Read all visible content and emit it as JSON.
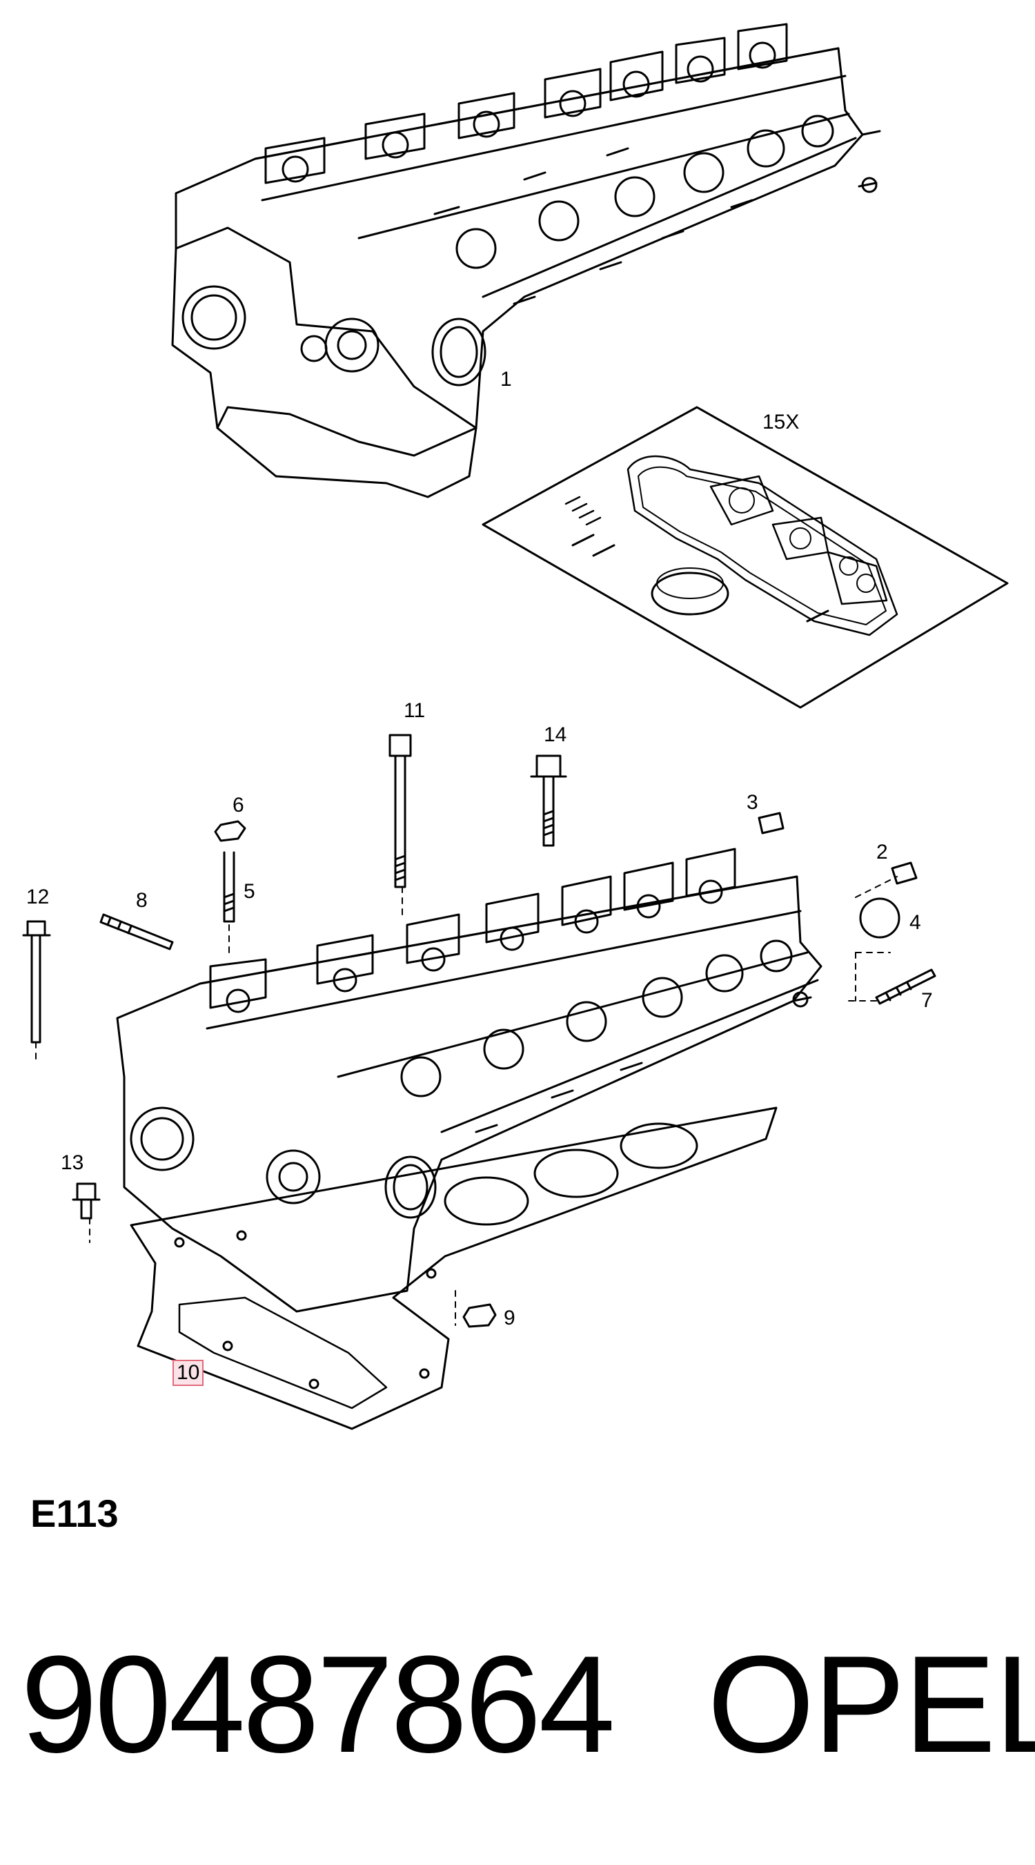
{
  "diagram": {
    "callouts": [
      {
        "id": "1",
        "label": "1"
      },
      {
        "id": "15x",
        "label": "15X"
      },
      {
        "id": "11",
        "label": "11"
      },
      {
        "id": "14",
        "label": "14"
      },
      {
        "id": "6",
        "label": "6"
      },
      {
        "id": "3",
        "label": "3"
      },
      {
        "id": "2",
        "label": "2"
      },
      {
        "id": "5",
        "label": "5"
      },
      {
        "id": "12",
        "label": "12"
      },
      {
        "id": "8",
        "label": "8"
      },
      {
        "id": "4",
        "label": "4"
      },
      {
        "id": "7",
        "label": "7"
      },
      {
        "id": "13",
        "label": "13"
      },
      {
        "id": "9",
        "label": "9"
      },
      {
        "id": "10",
        "label": "10"
      }
    ],
    "highlighted_part": "10"
  },
  "footer": {
    "figure_code": "E113",
    "part_number": "90487864",
    "brand": "OPEL"
  }
}
